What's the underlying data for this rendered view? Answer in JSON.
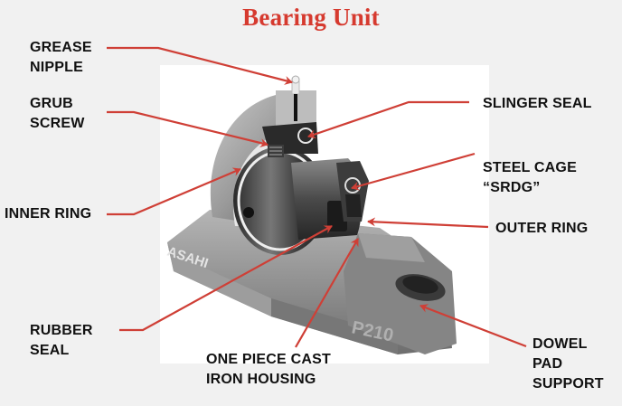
{
  "title": "Bearing Unit",
  "colors": {
    "title": "#d63a2f",
    "arrow": "#cf3f36",
    "background": "#f1f1f1",
    "photo_background": "#ffffff",
    "label": "#111111"
  },
  "housing_markings": {
    "brand": "ASAHI",
    "model": "P210"
  },
  "labels": {
    "grease_nipple": "GREASE\nNIPPLE",
    "grub_screw": "GRUB\nSCREW",
    "inner_ring": "INNER RING",
    "rubber_seal": "RUBBER\nSEAL",
    "one_piece_housing": "ONE PIECE CAST\nIRON HOUSING",
    "slinger_seal": "SLINGER SEAL",
    "steel_cage": "STEEL CAGE\n“SRDG”",
    "outer_ring": "OUTER RING",
    "dowel_pad_support": "DOWEL\nPAD\nSUPPORT"
  }
}
